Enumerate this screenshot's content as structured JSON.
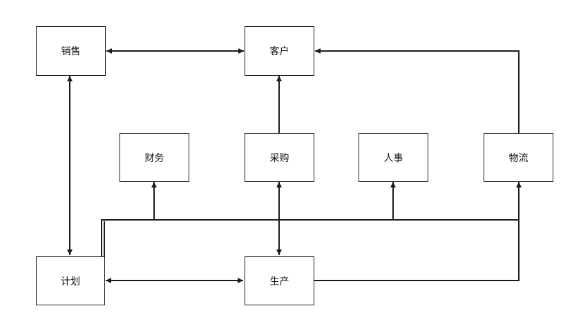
{
  "nodes": {
    "sales": "销售",
    "customer": "客户",
    "finance": "财务",
    "purchasing": "采购",
    "hr": "人事",
    "logistics": "物流",
    "planning": "计划",
    "production": "生产"
  },
  "colors": {
    "line": "#1a1a1a",
    "node_border": "#1a1a1a",
    "background": "#ffffff"
  }
}
